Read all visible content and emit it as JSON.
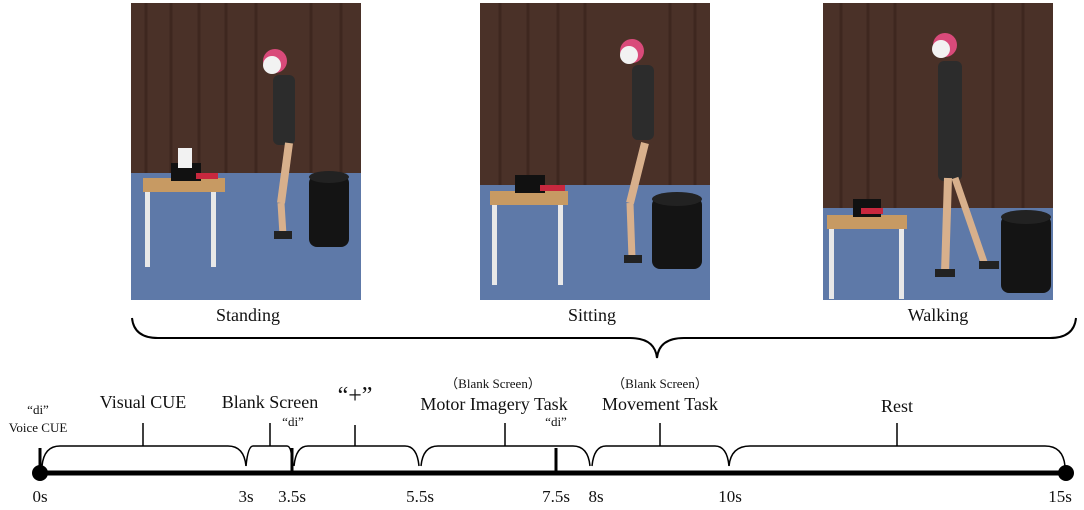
{
  "conditions": [
    {
      "label": "Standing",
      "pose": "standing"
    },
    {
      "label": "Sitting",
      "pose": "sitting"
    },
    {
      "label": "Walking",
      "pose": "walking"
    }
  ],
  "timeline": {
    "voice_cue_di": "“di”",
    "voice_cue_label": "Voice CUE",
    "segments": {
      "visual_cue": "Visual CUE",
      "blank_screen": "Blank Screen",
      "blank_screen_di": "“di”",
      "plus": "“+”",
      "motor_imagery_note": "（Blank Screen）",
      "motor_imagery": "Motor Imagery Task",
      "motor_imagery_di": "“di”",
      "movement_note": "（Blank Screen）",
      "movement": "Movement Task",
      "rest": "Rest"
    },
    "ticks": [
      "0s",
      "3s",
      "3.5s",
      "5.5s",
      "7.5s",
      "8s",
      "10s",
      "15s"
    ]
  },
  "colors": {
    "curtain": "#4a3128",
    "floor": "#5e79a8",
    "table_top": "#c79a63",
    "cap": "#d94a7a",
    "stool": "#141414",
    "laptop_screen": "#c8283e"
  }
}
